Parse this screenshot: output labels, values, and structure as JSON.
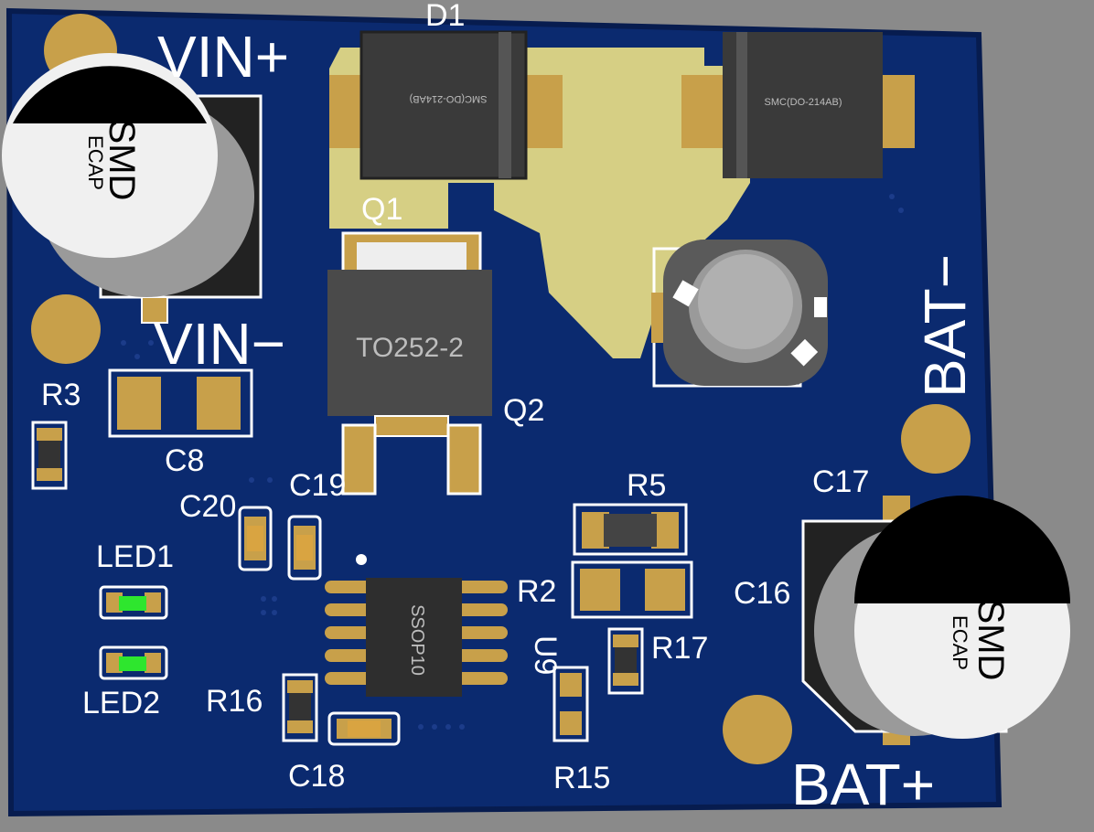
{
  "board": {
    "colors": {
      "background": "#8a8a8a",
      "pcb": "#0b2a6f",
      "pcb_edge": "#071c4f",
      "copper_pad": "#c8a04a",
      "copper_pour": "#d6cf84",
      "silkscreen": "#ffffff",
      "component_body": "#3a3a3a",
      "led_green": "#2ee62e"
    }
  },
  "silkscreen": {
    "vin_plus": "VIN+",
    "vin_minus": "VIN−",
    "bat_minus": "BAT−",
    "bat_plus": "BAT+",
    "d1": "D1",
    "q1": "Q1",
    "q2": "Q2",
    "r3": "R3",
    "c8": "C8",
    "c19": "C19",
    "c20": "C20",
    "led1": "LED1",
    "led2": "LED2",
    "r16": "R16",
    "c18": "C18",
    "r5": "R5",
    "r2": "R2",
    "r17": "R17",
    "r15": "R15",
    "c16": "C16",
    "c17": "C17",
    "u9": "U9"
  },
  "components": {
    "ecap_left": {
      "line1": "SMD",
      "line2": "ECAP"
    },
    "ecap_right": {
      "line1": "SMD",
      "line2": "ECAP"
    },
    "diode1_package": "SMC(DO-214AB)",
    "diode2_package": "SMC(DO-214AB)",
    "transistor_package": "TO252-2",
    "ic_package": "SSOP10"
  }
}
